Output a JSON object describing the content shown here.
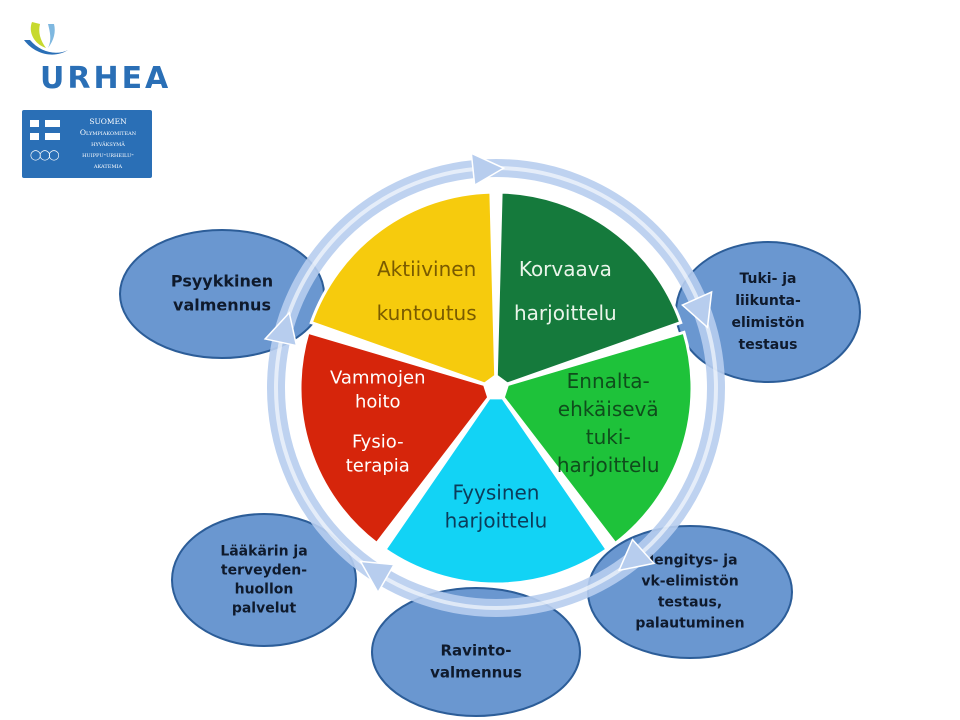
{
  "logos": {
    "urhea": {
      "text": "URHEA",
      "color": "#2a6fb6",
      "accent": "#c7d92e"
    },
    "olympic": {
      "lines": [
        "Suomen",
        "Olympiakomitean",
        "hyväksymä",
        "huippu-urheilu-",
        "akatemia"
      ],
      "color": "#2a6fb6"
    }
  },
  "wheel": {
    "segments": [
      {
        "id": "aktiivinen",
        "lines": [
          "Aktiivinen",
          "kuntoutus"
        ],
        "color": "#f6cb0d",
        "text_color": "#7a5b00"
      },
      {
        "id": "korvaava",
        "lines": [
          "Korvaava",
          "harjoittelu"
        ],
        "color": "#157a3c",
        "text_color": "#eaf5ea"
      },
      {
        "id": "ennalta",
        "lines": [
          "Ennalta-",
          "ehkäisevä",
          "tuki-",
          "harjoittelu"
        ],
        "color": "#1ec23a",
        "text_color": "#0f4d1c"
      },
      {
        "id": "fyysinen",
        "lines": [
          "Fyysinen",
          "harjoittelu"
        ],
        "color": "#12d3f5",
        "text_color": "#0c3c5a"
      },
      {
        "id": "vammojen",
        "lines": [
          "Vammojen",
          "hoito",
          "Fysio-",
          "terapia"
        ],
        "color": "#d6250b",
        "text_color": "#ffffff"
      }
    ],
    "ring_color": "#b7cdee"
  },
  "satellites": [
    {
      "id": "psyykkinen",
      "lines": [
        "Psyykkinen",
        "valmennus"
      ]
    },
    {
      "id": "tuki",
      "lines": [
        "Tuki- ja",
        "liikunta-",
        "elimistön",
        "testaus"
      ]
    },
    {
      "id": "laakarin",
      "lines": [
        "Lääkärin ja",
        "terveyden-",
        "huollon",
        "palvelut"
      ]
    },
    {
      "id": "ravinto",
      "lines": [
        "Ravinto-",
        "valmennus"
      ]
    },
    {
      "id": "hengitys",
      "lines": [
        "Hengitys- ja",
        "vk-elimistön",
        "testaus,",
        "palautuminen"
      ]
    }
  ],
  "satellite_color": "#6a97d0",
  "satellite_stroke": "#2c5d98"
}
